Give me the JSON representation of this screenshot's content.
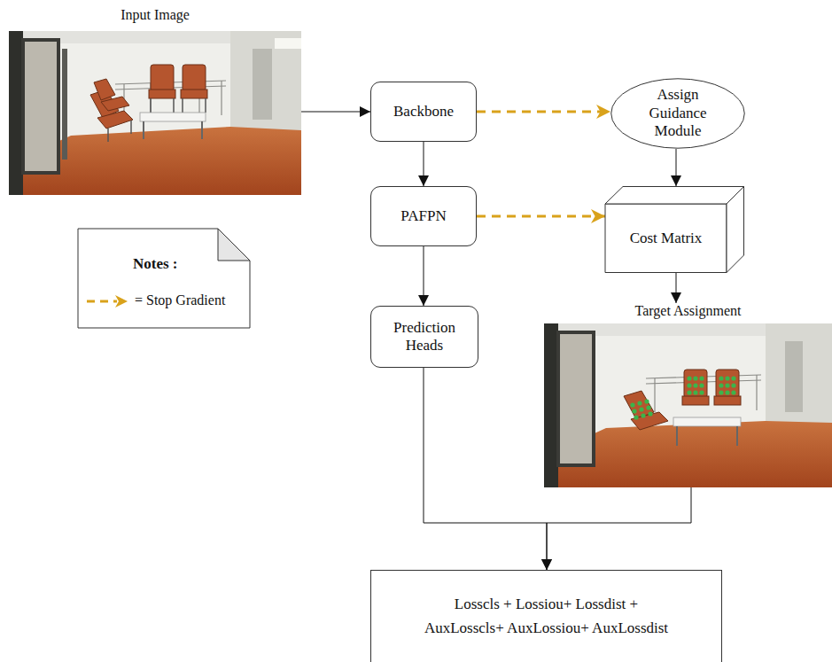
{
  "diagram": {
    "nodes": [
      {
        "text": [
          "Input Image"
        ]
      },
      {
        "text": [
          "Backbone"
        ]
      },
      {
        "text": [
          "Assign Guidance Module"
        ]
      },
      {
        "text": [
          "PAFPN"
        ]
      },
      {
        "text": [
          "Cost Matrix"
        ]
      },
      {
        "text": [
          "Prediction Heads"
        ]
      },
      {
        "text": [
          "Target Assignment"
        ]
      },
      {
        "text": [
          "Losscls + Lossiou+ Lossdist + AuxLosscls+ AuxLossiou+ AuxLossdist"
        ]
      }
    ],
    "edges": [
      {
        "from": 0,
        "to": 1,
        "arrow": "to"
      },
      {
        "from": 1,
        "to": 3,
        "arrow": "to"
      },
      {
        "from": 3,
        "to": 5,
        "arrow": "to"
      },
      {
        "from": 1,
        "to": 2,
        "arrow": "to"
      },
      {
        "from": 3,
        "to": 4,
        "arrow": "to"
      },
      {
        "from": 2,
        "to": 4,
        "arrow": "to"
      },
      {
        "from": 4,
        "to": 6,
        "arrow": "to"
      },
      {
        "from": 5,
        "to": 7,
        "arrow": "to"
      },
      {
        "from": 6,
        "to": 7,
        "arrow": "to"
      }
    ],
    "labels": [
      "Notes :"
    ],
    "legend": [
      {
        "text": "= Stop Gradient"
      }
    ]
  }
}
